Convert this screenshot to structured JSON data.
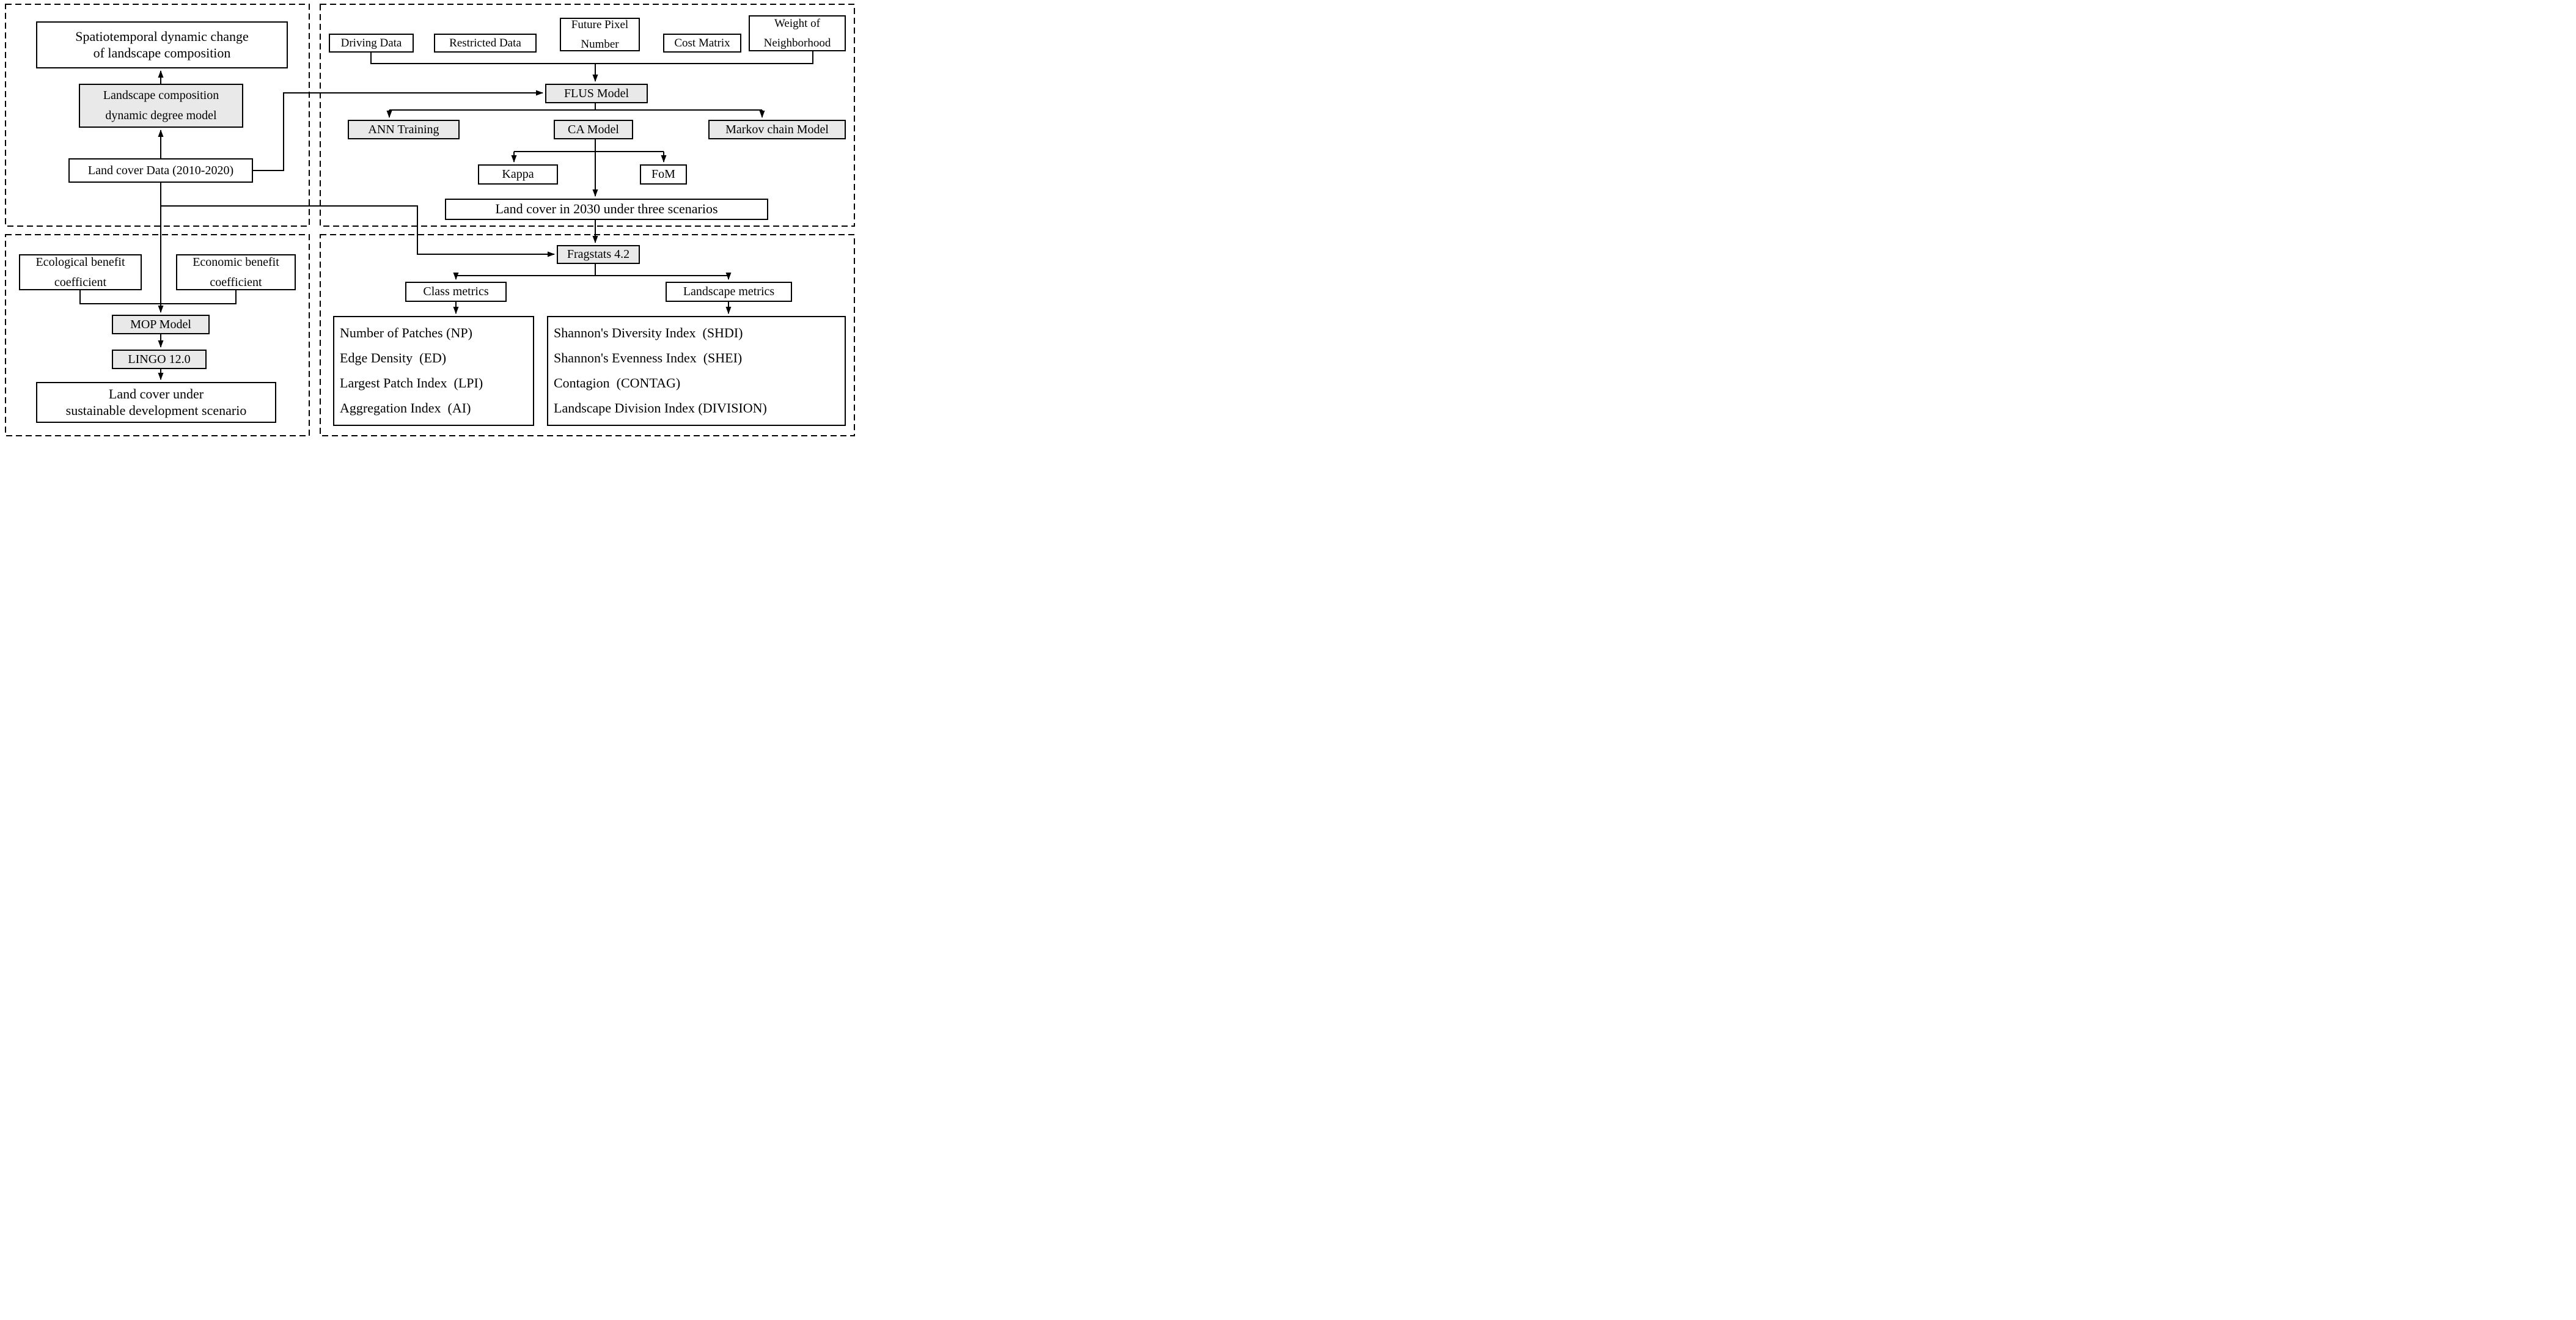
{
  "colors": {
    "line": "#000000",
    "node_fill": "#ffffff",
    "model_fill": "#e9e9e9"
  },
  "panels": {
    "spatiotemporal": {
      "title": {
        "lines": [
          "Spatiotemporal dynamic change",
          "of landscape composition"
        ]
      },
      "degree_model": {
        "lines": [
          "Landscape composition",
          "dynamic degree model"
        ]
      },
      "land_cover_data": {
        "label": "Land cover Data (2010-2020)"
      }
    },
    "flus": {
      "driving_data": {
        "label": "Driving Data"
      },
      "restricted_data": {
        "label": "Restricted Data"
      },
      "future_pixel": {
        "lines": [
          "Future Pixel",
          "Number"
        ]
      },
      "cost_matrix": {
        "label": "Cost Matrix"
      },
      "weight_neighborhood": {
        "lines": [
          "Weight of",
          "Neighborhood"
        ]
      },
      "flus_model": {
        "label": "FLUS Model"
      },
      "ann_training": {
        "label": "ANN Training"
      },
      "ca_model": {
        "label": "CA Model"
      },
      "markov_model": {
        "label": "Markov chain Model"
      },
      "kappa": {
        "label": "Kappa"
      },
      "fom": {
        "label": "FoM"
      },
      "scenarios_2030": {
        "label": "Land cover in 2030 under three scenarios"
      }
    },
    "mop": {
      "ecological": {
        "lines": [
          "Ecological benefit",
          "coefficient"
        ]
      },
      "economic": {
        "lines": [
          "Economic benefit",
          "coefficient"
        ]
      },
      "mop_model": {
        "label": "MOP Model"
      },
      "lingo": {
        "label": "LINGO 12.0"
      },
      "sustainable": {
        "lines": [
          "Land cover under",
          "sustainable development scenario"
        ]
      }
    },
    "fragstats": {
      "fragstats": {
        "label": "Fragstats 4.2"
      },
      "class_metrics": {
        "label": "Class metrics"
      },
      "landscape_metrics": {
        "label": "Landscape metrics"
      },
      "class_list": [
        "Number of Patches (NP)",
        "Edge Density  (ED)",
        "Largest Patch Index  (LPI)",
        "Aggregation Index  (AI)"
      ],
      "landscape_list": [
        "Shannon's Diversity Index  (SHDI)",
        "Shannon's Evenness Index  (SHEI)",
        "Contagion  (CONTAG)",
        "Landscape Division Index (DIVISION)"
      ]
    }
  }
}
